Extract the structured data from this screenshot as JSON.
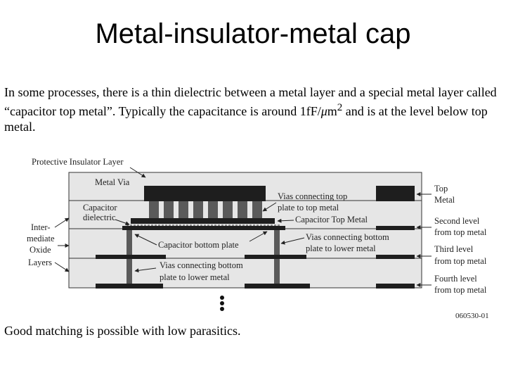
{
  "title": "Metal-insulator-metal cap",
  "intro": {
    "part1": "In some processes, there is a thin dielectric between a metal layer and a special metal layer called “capacitor top metal”.  Typically the capacitance is around 1fF/",
    "mu": "μ",
    "unit": "m",
    "exp": "2",
    "part2": " and is at the level below top metal."
  },
  "footer": "Good matching is possible with low parasitics.",
  "diagram": {
    "labels": {
      "protective": "Protective Insulator Layer",
      "metal_via": "Metal Via",
      "cap_dielectric_1": "Capacitor",
      "cap_dielectric_2": "dielectric",
      "inter_1": "Inter-",
      "inter_2": "mediate",
      "inter_3": "Oxide",
      "inter_4": "Layers",
      "vias_top_1": "Vias connecting top",
      "vias_top_2": "plate to top metal",
      "cap_top_metal": "Capacitor Top Metal",
      "vias_bottom_right_1": "Vias connecting bottom",
      "vias_bottom_right_2": "plate to lower metal",
      "cap_bottom_plate": "Capacitor bottom plate",
      "vias_bottom_left_1": "Vias connecting bottom",
      "vias_bottom_left_2": "plate to lower metal",
      "top_metal_1": "Top",
      "top_metal_2": "Metal",
      "second_1": "Second level",
      "second_2": "from top metal",
      "third_1": "Third level",
      "third_2": "from top metal",
      "fourth_1": "Fourth level",
      "fourth_2": "from top metal",
      "figure_id": "060530-01"
    },
    "colors": {
      "oxide": "#e6e6e6",
      "metal": "#1e1e1e",
      "via": "#5a5a5a",
      "line": "#333333"
    }
  }
}
